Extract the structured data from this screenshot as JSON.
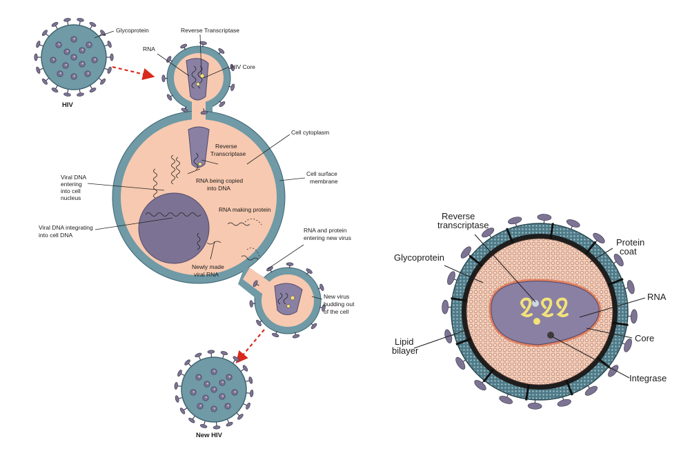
{
  "left_diagram": {
    "labels": {
      "glycoprotein": "Glycoprotein",
      "reverse_transcriptase_top": "Reverse Transcriptase",
      "rna": "RNA",
      "hiv_core": "HIV Core",
      "hiv": "HIV",
      "cell_cytoplasm": "Cell cytoplasm",
      "reverse_transcriptase_mid_1": "Reverse",
      "reverse_transcriptase_mid_2": "Transcriptase",
      "rna_copied_1": "RNA being copied",
      "rna_copied_2": "into DNA",
      "cell_surface_1": "Cell surface",
      "cell_surface_2": "membrane",
      "viral_dna_entering_1": "Viral DNA",
      "viral_dna_entering_2": "entering",
      "viral_dna_entering_3": "into cell",
      "viral_dna_entering_4": "nucleus",
      "rna_making_protein": "RNA making protein",
      "viral_dna_integrating_1": "Viral DNA integrating",
      "viral_dna_integrating_2": "into cell DNA",
      "rna_protein_entering_1": "RNA and protein",
      "rna_protein_entering_2": "entering new virus",
      "newly_made_1": "Newly made",
      "newly_made_2": "viral RNA",
      "new_virus_budding_1": "New virus",
      "new_virus_budding_2": "budding out",
      "new_virus_budding_3": "of the cell",
      "new_hiv": "New HIV"
    }
  },
  "right_diagram": {
    "labels": {
      "reverse_transcriptase_1": "Reverse",
      "reverse_transcriptase_2": "transcriptase",
      "glycoprotein": "Glycoprotein",
      "protein_coat_1": "Protein",
      "protein_coat_2": "coat",
      "rna": "RNA",
      "core": "Core",
      "lipid_bilayer_1": "Lipid",
      "lipid_bilayer_2": "bilayer",
      "integrase": "Integrase"
    }
  },
  "colors": {
    "membrane": "#6f9aa6",
    "membrane_dark": "#3e6470",
    "cytoplasm": "#f7c9b0",
    "nucleus": "#7c7394",
    "core": "#8a80a3",
    "rna_yellow": "#f3e27a",
    "arrow_red": "#d9291c",
    "glycoprotein": "#7d7494"
  }
}
